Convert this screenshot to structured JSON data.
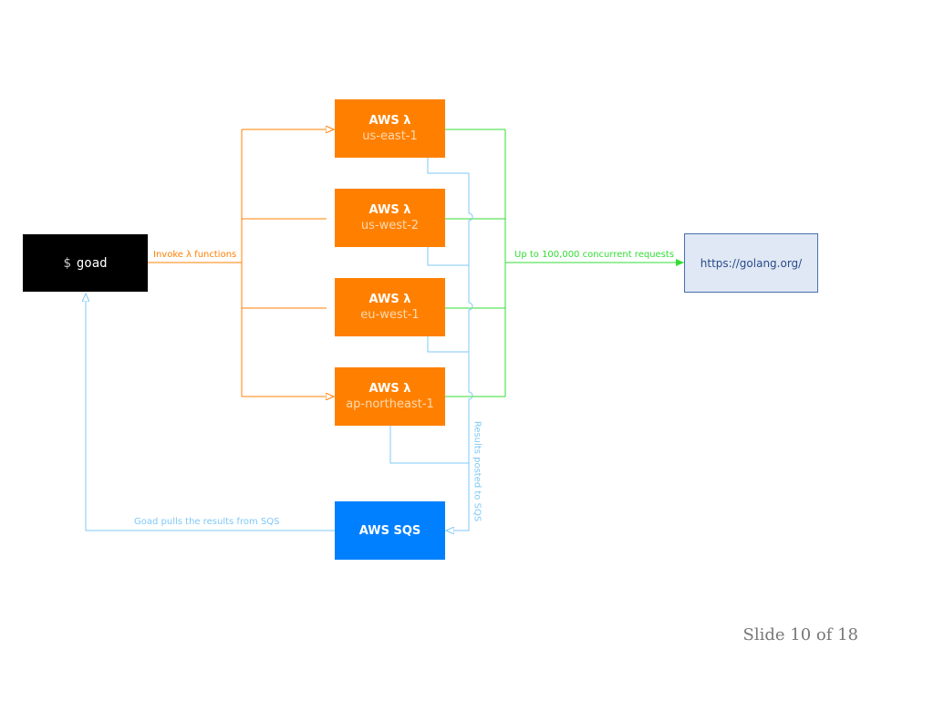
{
  "terminal": {
    "prompt": "$",
    "command": "goad"
  },
  "lambdas": [
    {
      "title": "AWS λ",
      "region": "us-east-1"
    },
    {
      "title": "AWS λ",
      "region": "us-west-2"
    },
    {
      "title": "AWS λ",
      "region": "eu-west-1"
    },
    {
      "title": "AWS λ",
      "region": "ap-northeast-1"
    }
  ],
  "sqs": {
    "title": "AWS SQS"
  },
  "target": {
    "url": "https://golang.org/"
  },
  "edges": {
    "invoke": "Invoke λ functions",
    "requests": "Up to 100,000 concurrent requests",
    "results": "Results posted to SQS",
    "pull": "Goad pulls the results from SQS"
  },
  "footer": {
    "slide": "Slide 10 of 18"
  },
  "colors": {
    "orange": "#ff8000",
    "green": "#33dd33",
    "light_blue": "#7fc8f8",
    "sqs_blue": "#0080ff",
    "site_fill": "#dfe8f4",
    "site_border": "#4a6fb0"
  }
}
